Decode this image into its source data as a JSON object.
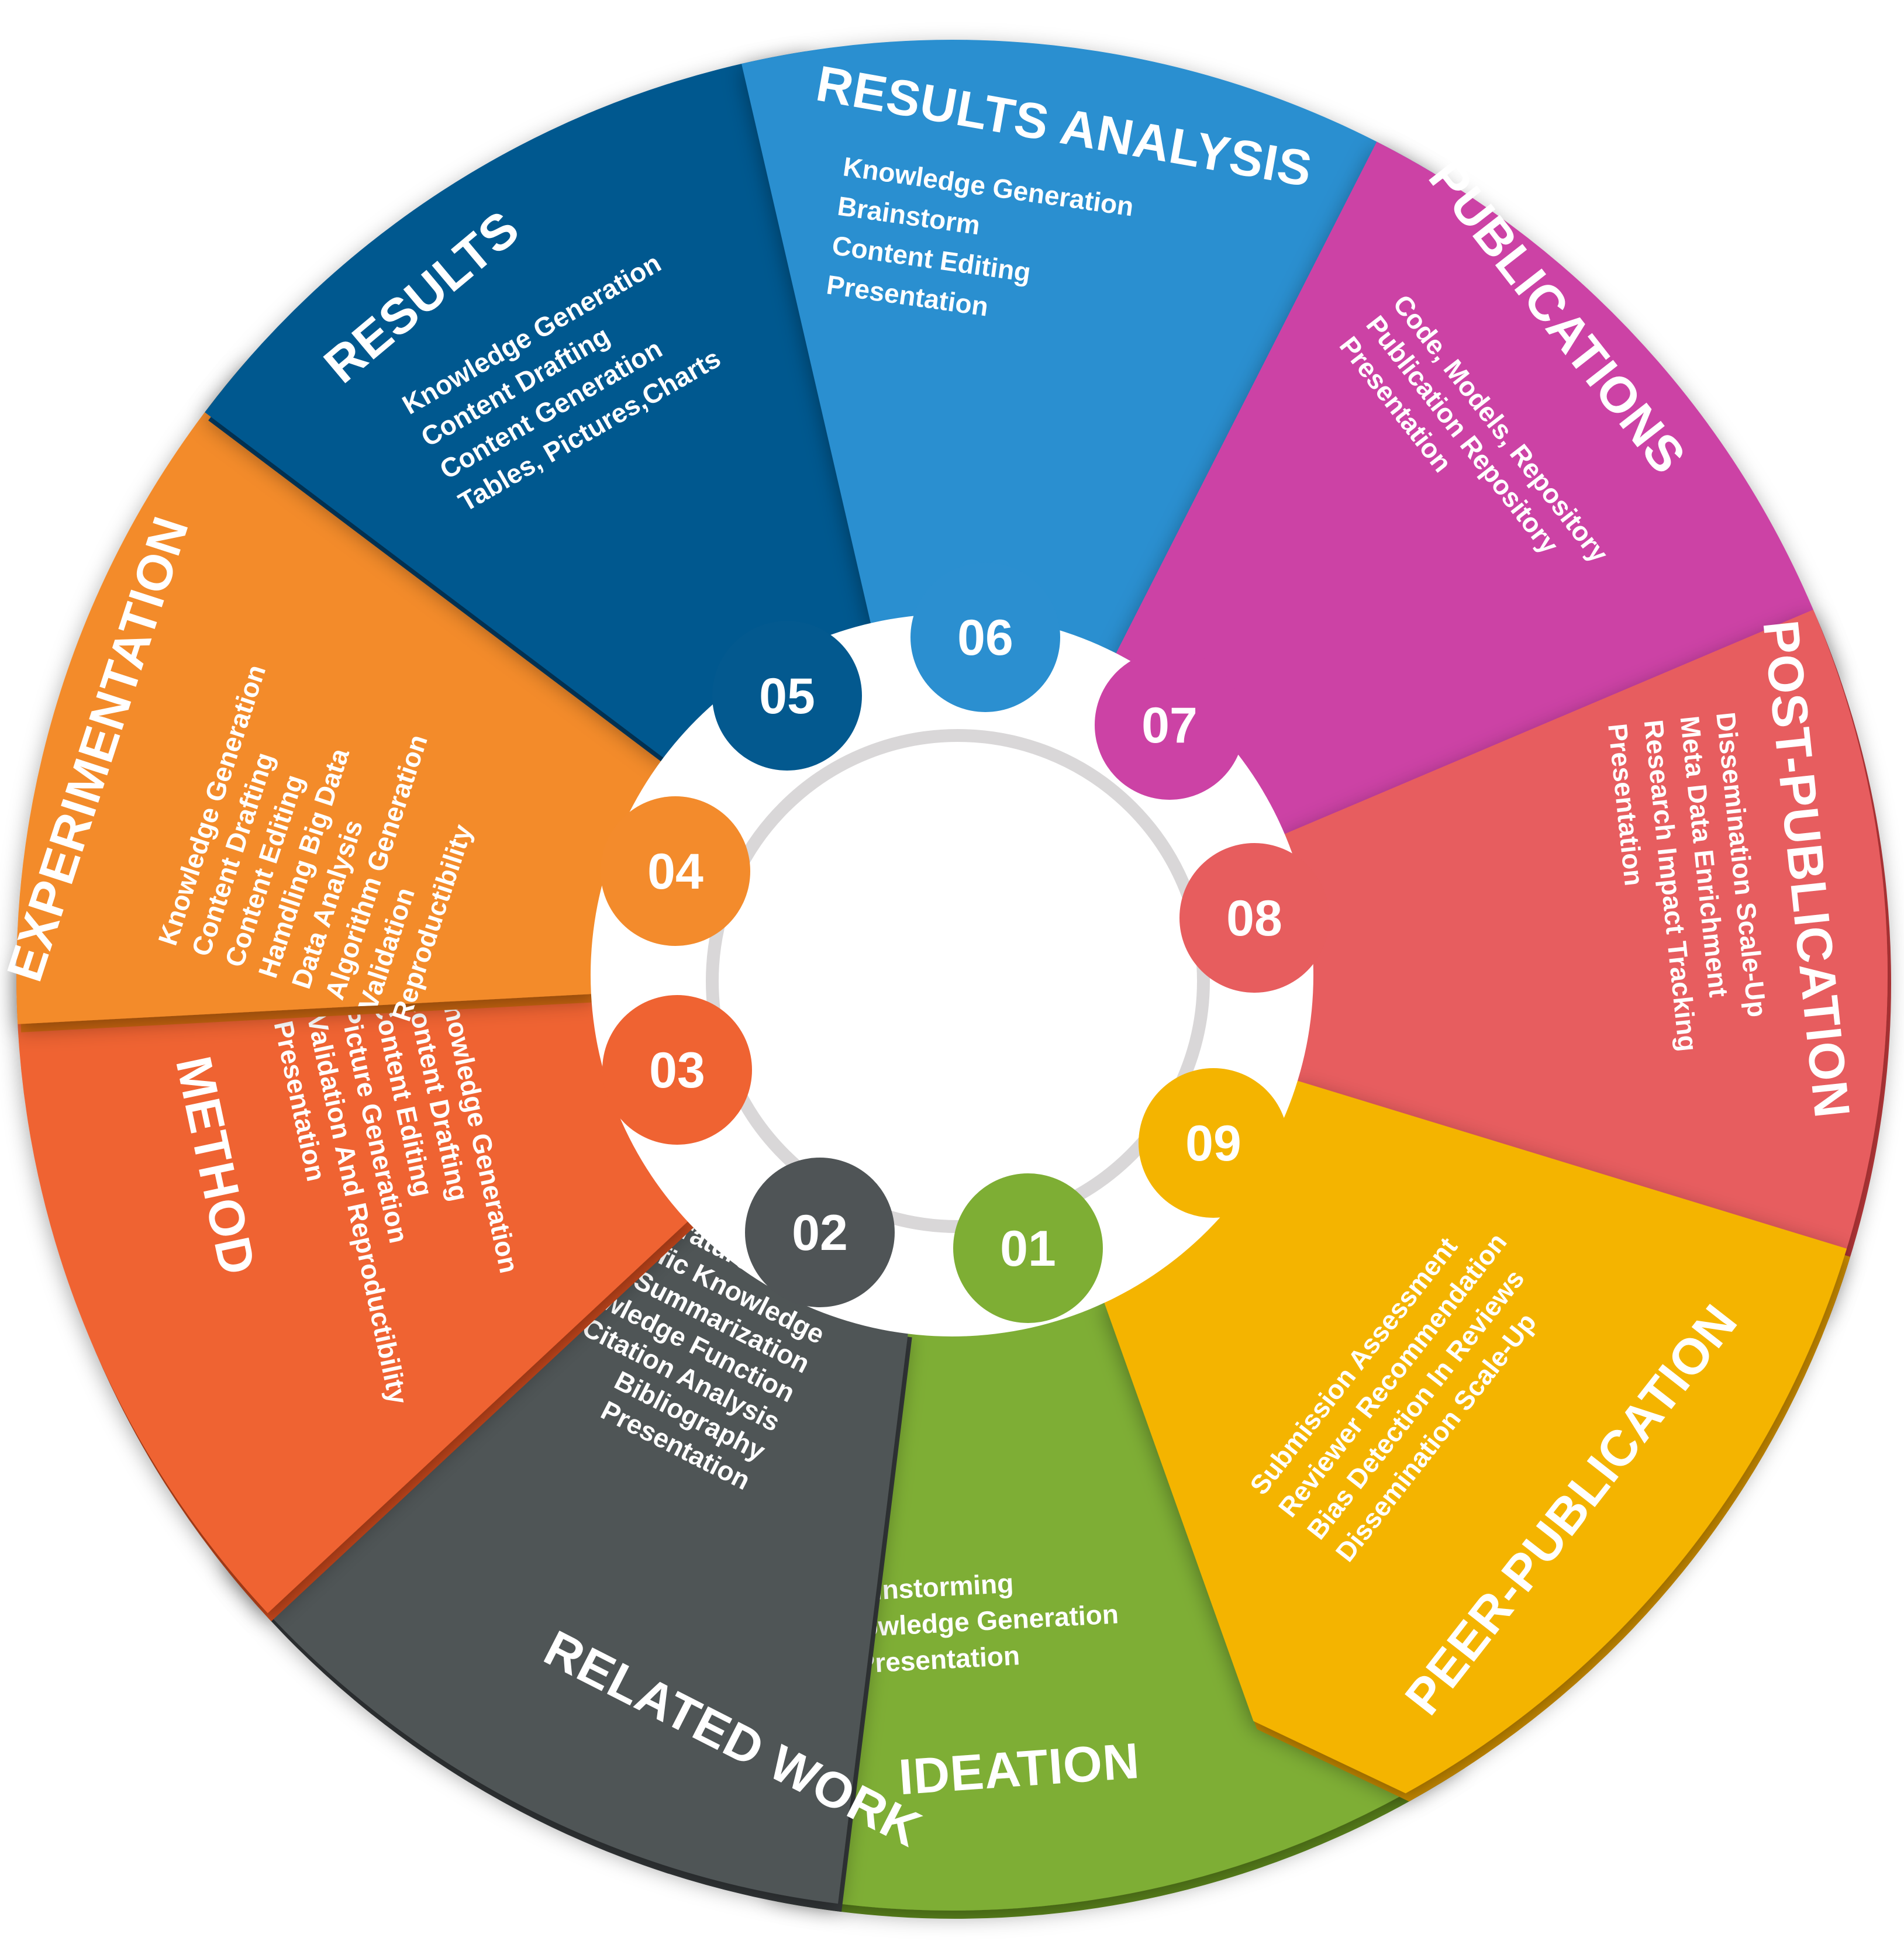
{
  "center": {
    "ring_color": "#d9d7d8"
  },
  "sectors": [
    {
      "id": "ideation",
      "number": "01",
      "color": "#7eae34",
      "dark": "#5f8a1d",
      "title": "IDEATION",
      "items": [
        "Brainstorming",
        "Knowledge Generation",
        "Presentation"
      ]
    },
    {
      "id": "related-work",
      "number": "02",
      "color": "#4f5456",
      "dark": "#35393b",
      "title": "RELATED WORK",
      "items": [
        "Literature Search",
        "Scientific Knowledge",
        "Summarization",
        "Knowledge Function",
        "Citation Analysis",
        "Bibliography",
        "Presentation"
      ]
    },
    {
      "id": "method",
      "number": "03",
      "color": "#ef6332",
      "dark": "#c9481c",
      "title": "METHOD",
      "items": [
        "Knowledge Generation",
        "Content Drafting",
        "Content Editing",
        "Picture Generation",
        "Validation And Reproductibility",
        "Presentation"
      ]
    },
    {
      "id": "experimentation",
      "number": "04",
      "color": "#f38b2c",
      "dark": "#cf6810",
      "title": "EXPERIMENTATION",
      "items": [
        "Knowledge Generation",
        "Content Drafting",
        "Content Editing",
        "Hamdling Big Data",
        "Data Analysis",
        "Algorithm Generation",
        "Validation",
        "Reproductibility"
      ]
    },
    {
      "id": "results",
      "number": "05",
      "color": "#03598f",
      "dark": "#033d66",
      "title": "RESULTS",
      "items": [
        "Knowledge Generation",
        "Content Drafting",
        "Content Generation",
        "Tables, Pictures,Charts"
      ]
    },
    {
      "id": "results-analysis",
      "number": "06",
      "color": "#2b8fd0",
      "dark": "#1a6ea5",
      "title": "RESULTS ANALYSIS",
      "items": [
        "Knowledge Generation",
        "Brainstorm",
        "Content Editing",
        "Presentation"
      ]
    },
    {
      "id": "publications",
      "number": "07",
      "color": "#cc42a5",
      "dark": "#a22a80",
      "title": "PUBLICATIONS",
      "items": [
        "Code, Models, Repository",
        "Publication Repository",
        "Presentation"
      ]
    },
    {
      "id": "post-publication",
      "number": "08",
      "color": "#e75d5e",
      "dark": "#c23a3c",
      "title": "POST-PUBLICATION",
      "items": [
        "Dissemination Scale-Up",
        "Meta Data Enrichment",
        "Research Impact Tracking",
        "Presentation"
      ]
    },
    {
      "id": "peer-publication",
      "number": "09",
      "color": "#f4b400",
      "dark": "#cf8f00",
      "title": "PEER-PUBLICATION",
      "items": [
        "Submission Assessment",
        "Reviewer Recommendation",
        "Bias Detection In Reviews",
        "Dissemination Scale-Up"
      ]
    }
  ]
}
